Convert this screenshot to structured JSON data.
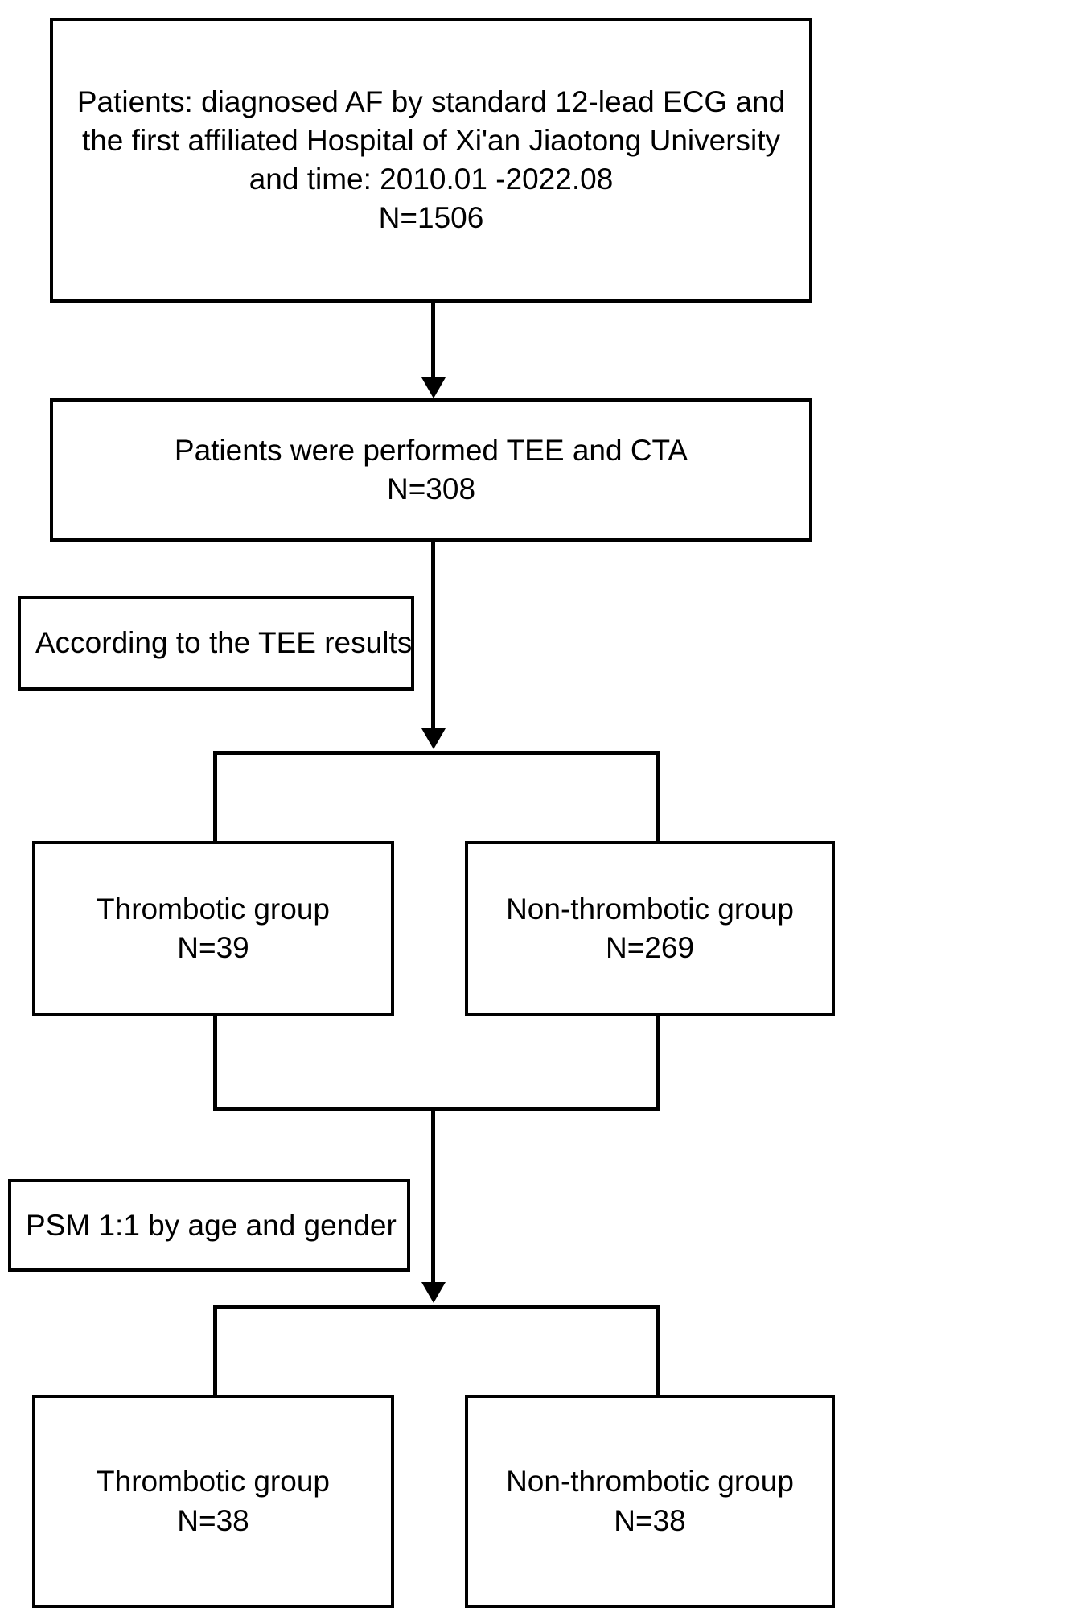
{
  "flowchart": {
    "title": "AF patient study selection flowchart",
    "colors": {
      "stroke": "#000000",
      "fill": "#ffffff",
      "text": "#000000"
    },
    "nodes": {
      "intake": {
        "lines": [
          "Patients: diagnosed AF by standard 12-lead ECG and",
          "the first affiliated Hospital of Xi'an Jiaotong University",
          "and time: 2010.01 -2022.08",
          "N=1506"
        ]
      },
      "tee_cta": {
        "lines": [
          "Patients were performed TEE and CTA",
          "N=308"
        ]
      },
      "tee_results_label": {
        "text": "According to the TEE results"
      },
      "thrombotic_group_1": {
        "lines": [
          "Thrombotic group",
          "N=39"
        ]
      },
      "non_thrombotic_group_1": {
        "lines": [
          "Non-thrombotic group",
          "N=269"
        ]
      },
      "psm_label": {
        "text": "PSM 1:1 by age and gender"
      },
      "thrombotic_group_2": {
        "lines": [
          "Thrombotic group",
          "N=38"
        ]
      },
      "non_thrombotic_group_2": {
        "lines": [
          "Non-thrombotic group",
          "N=38"
        ]
      }
    }
  }
}
